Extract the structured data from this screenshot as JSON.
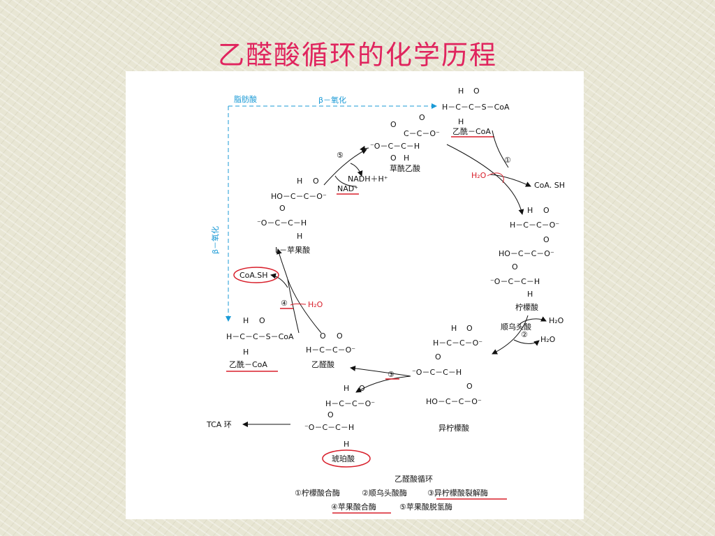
{
  "title": "乙醛酸循环的化学历程",
  "beta_path": {
    "fatty_acid": "脂肪酸",
    "beta_ox_top": "β－氧化",
    "beta_ox_left": "β－氧化"
  },
  "acetyl_coa_top": {
    "h1": "H",
    "o1": "O",
    "chain": "H－C－C－S－CoA",
    "h2": "H",
    "name": "乙酰－CoA"
  },
  "oxaloacetate": {
    "o1": "O",
    "o2": "O",
    "row1": "C－C－O⁻",
    "row2": "⁻O－C－C－H",
    "o3": "O",
    "h1": "H",
    "name": "草酰乙酸"
  },
  "step1": {
    "num": "①",
    "h2o": "H₂O",
    "coash": "CoA. SH"
  },
  "citrate": {
    "h1": "H",
    "o1": "O",
    "row1": "H－C－C－O⁻",
    "o2": "O",
    "row2": "HO－C－C－O⁻",
    "o3": "O",
    "row3": "⁻O－C－C－H",
    "h2": "H",
    "name": "柠檬酸"
  },
  "step2": {
    "num": "②",
    "enzyme": "顺乌头酸",
    "h2o_a": "H₂O",
    "h2o_b": "H₂O"
  },
  "isocitrate": {
    "h1": "H",
    "o1": "O",
    "row1": "H－C－C－O⁻",
    "o2": "O",
    "row2": "⁻O－C－C－H",
    "o3": "O",
    "row3": "HO－C－C－O⁻",
    "name": "异柠檬酸"
  },
  "step3": {
    "num": "③"
  },
  "succinate": {
    "h1": "H",
    "o1": "O",
    "row1": "H－C－C－O⁻",
    "o2": "O",
    "row2": "⁻O－C－C－H",
    "h2": "H",
    "name": "琥珀酸"
  },
  "tca": "TCA 环",
  "glyoxylate": {
    "o1": "O",
    "o2": "O",
    "row1": "H－C－C－O⁻",
    "name": "乙醛酸"
  },
  "acetyl_coa_left": {
    "h1": "H",
    "o1": "O",
    "chain": "H－C－C－S－CoA",
    "h2": "H",
    "name": "乙酰－CoA"
  },
  "step4": {
    "num": "④",
    "h2o": "H₂O",
    "coash": "CoA.SH"
  },
  "malate": {
    "h1": "H",
    "o1": "O",
    "row1": "HO－C－C－O⁻",
    "o2": "O",
    "row2": "⁻O－C－C－H",
    "h2": "H",
    "name": "L－苹果酸"
  },
  "step5": {
    "num": "⑤",
    "nadh": "NADH＋H⁺",
    "nad": "NAD⁺"
  },
  "legend": {
    "title": "乙醛酸循环",
    "e1": "①柠檬酸合酶",
    "e2": "②顺乌头酸酶",
    "e3": "③异柠檬酸裂解酶",
    "e4": "④苹果酸合酶",
    "e5": "⑤苹果酸脱氢酶"
  },
  "colors": {
    "title": "#e0245e",
    "highlight": "#d81e2a",
    "beta": "#1a9ad6"
  }
}
